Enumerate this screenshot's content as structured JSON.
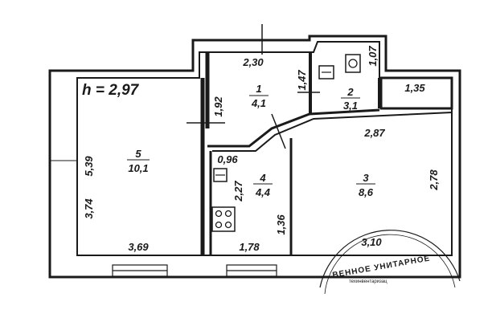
{
  "ceiling_height": "h = 2,97",
  "rooms": [
    {
      "id": "room-1",
      "number": "1",
      "area": "4,1"
    },
    {
      "id": "room-2",
      "number": "2",
      "area": "3,1"
    },
    {
      "id": "room-3",
      "number": "3",
      "area": "8,6"
    },
    {
      "id": "room-4",
      "number": "4",
      "area": "4,4"
    },
    {
      "id": "room-5",
      "number": "5",
      "area": "10,1"
    }
  ],
  "dimensions": {
    "d_2_30": "2,30",
    "d_1_47": "1,47",
    "d_1_07": "1,07",
    "d_1_35": "1,35",
    "d_1_92": "1,92",
    "d_2_87": "2,87",
    "d_0_96": "0,96",
    "d_2_27": "2,27",
    "d_3_74": "3,74",
    "d_5_39": "5,39",
    "d_2_78": "2,78",
    "d_1_36": "1,36",
    "d_3_69": "3,69",
    "d_1_78": "1,78",
    "d_3_10": "3,10"
  },
  "stamp": {
    "line1": "ВЕННОЕ УНИТАРНОЕ",
    "line2": "техинвентаризац"
  },
  "colors": {
    "ink": "#1a1a1a",
    "paper": "#ffffff"
  }
}
